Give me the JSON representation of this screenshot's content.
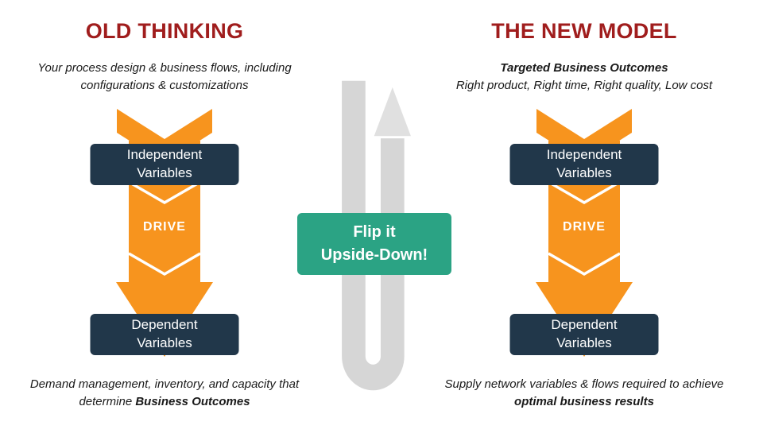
{
  "theme": {
    "red": "#A01D1D",
    "orange": "#F7941E",
    "navy": "#21374A",
    "teal": "#2BA384",
    "gray": "#D6D6D6",
    "gray-light": "#E0E0E0",
    "text": "#1A1A1A"
  },
  "left": {
    "title": "OLD THINKING",
    "subtitle": "Your process design & business flows, including configurations & customizations",
    "independent_line1": "Independent",
    "independent_line2": "Variables",
    "drive": "DRIVE",
    "dependent_line1": "Dependent",
    "dependent_line2": "Variables",
    "caption_normal": "Demand management, inventory, and capacity that determine ",
    "caption_bold": "Business Outcomes"
  },
  "center": {
    "flip_line1": "Flip it",
    "flip_line2": "Upside-Down!"
  },
  "right": {
    "title": "THE NEW MODEL",
    "subtitle_bold": "Targeted Business Outcomes",
    "subtitle": "Right product, Right time, Right quality, Low cost",
    "independent_line1": "Independent",
    "independent_line2": "Variables",
    "drive": "DRIVE",
    "dependent_line1": "Dependent",
    "dependent_line2": "Variables",
    "caption_normal": "Supply network variables & flows required to achieve ",
    "caption_bold": "optimal business results"
  }
}
